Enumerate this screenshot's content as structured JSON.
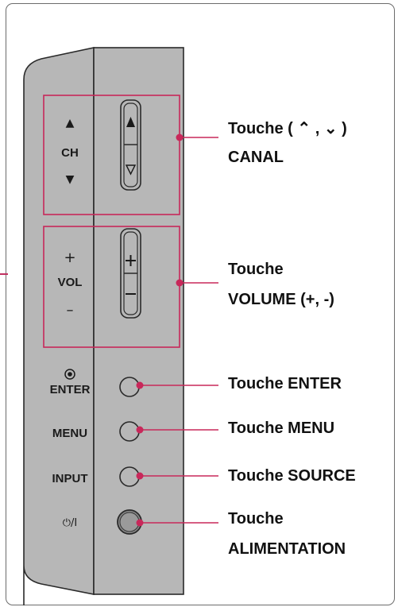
{
  "panel": {
    "ch_label": "CH",
    "vol_label": "VOL",
    "enter_label": "ENTER",
    "menu_label": "MENU",
    "input_label": "INPUT",
    "power_symbol": "⏻/I",
    "up_arrow": "▲",
    "down_arrow": "▼",
    "plus_sign": "+",
    "minus_sign": "–"
  },
  "callouts": {
    "canal_line1": "Touche ( ⌃ , ⌄ )",
    "canal_line2": "CANAL",
    "volume_line1": "Touche",
    "volume_line2": "VOLUME (+, -)",
    "enter": "Touche ENTER",
    "menu": "Touche MENU",
    "source": "Touche SOURCE",
    "power_line1": "Touche",
    "power_line2": "ALIMENTATION"
  },
  "colors": {
    "panel_gray": "#b7b7b7",
    "callout_magenta": "#c8285a",
    "outline": "#2a2a2a"
  }
}
